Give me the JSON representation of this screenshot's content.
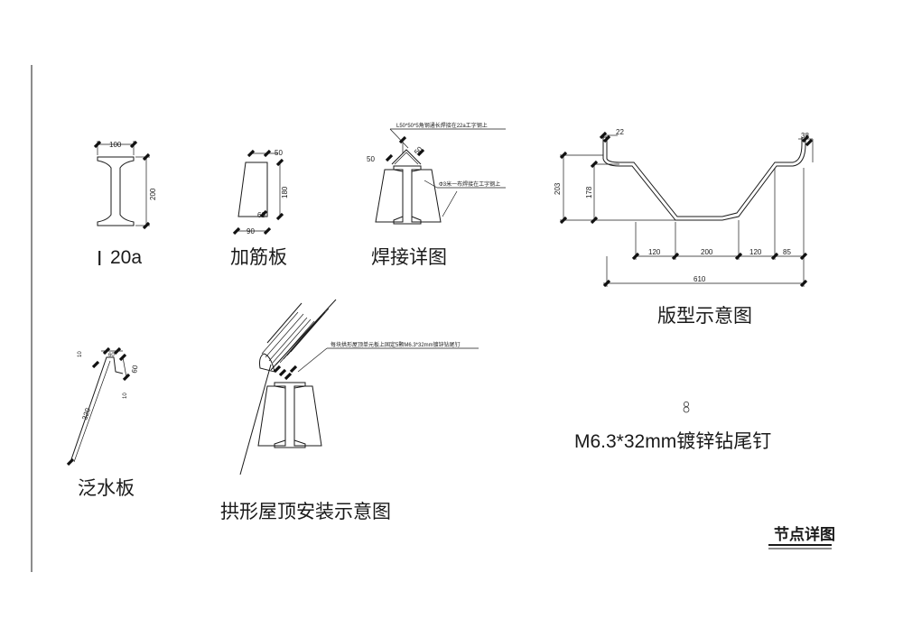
{
  "drawing_title": "节点详图",
  "ibeam": {
    "label": "I",
    "label_suffix": "20a",
    "dim_width": "100",
    "dim_height": "200"
  },
  "stiffener": {
    "label": "加筋板",
    "dim_top": "50",
    "dim_height": "180",
    "dim_angle": "60",
    "dim_bottom": "90"
  },
  "weld": {
    "label": "焊接详图",
    "note_angle": "L50*50*5角钢通长焊接在22a工字钢上",
    "note_rebar": "Φ3米一布焊接在工字钢上",
    "dim_left": "50",
    "dim_right": "50"
  },
  "profile": {
    "label": "版型示意图",
    "dim_overall_height": "203",
    "dim_inner_height": "178",
    "dim_lip_left": "22",
    "dim_lip_right": "38",
    "dim_seg_1": "120",
    "dim_seg_2": "200",
    "dim_seg_3": "120",
    "dim_seg_4": "85",
    "dim_total": "610"
  },
  "flashing": {
    "label": "泛水板",
    "dim_length": "320",
    "dim_top": "60",
    "dim_fold": "60",
    "note_a": "10",
    "note_b": "10"
  },
  "arch": {
    "label": "拱形屋顶安装示意图",
    "note": "每块拱形屋顶单元板上固定5颗M6.3*32mm镀锌钻尾钉"
  },
  "screw": {
    "label": "M6.3*32mm镀锌钻尾钉"
  }
}
